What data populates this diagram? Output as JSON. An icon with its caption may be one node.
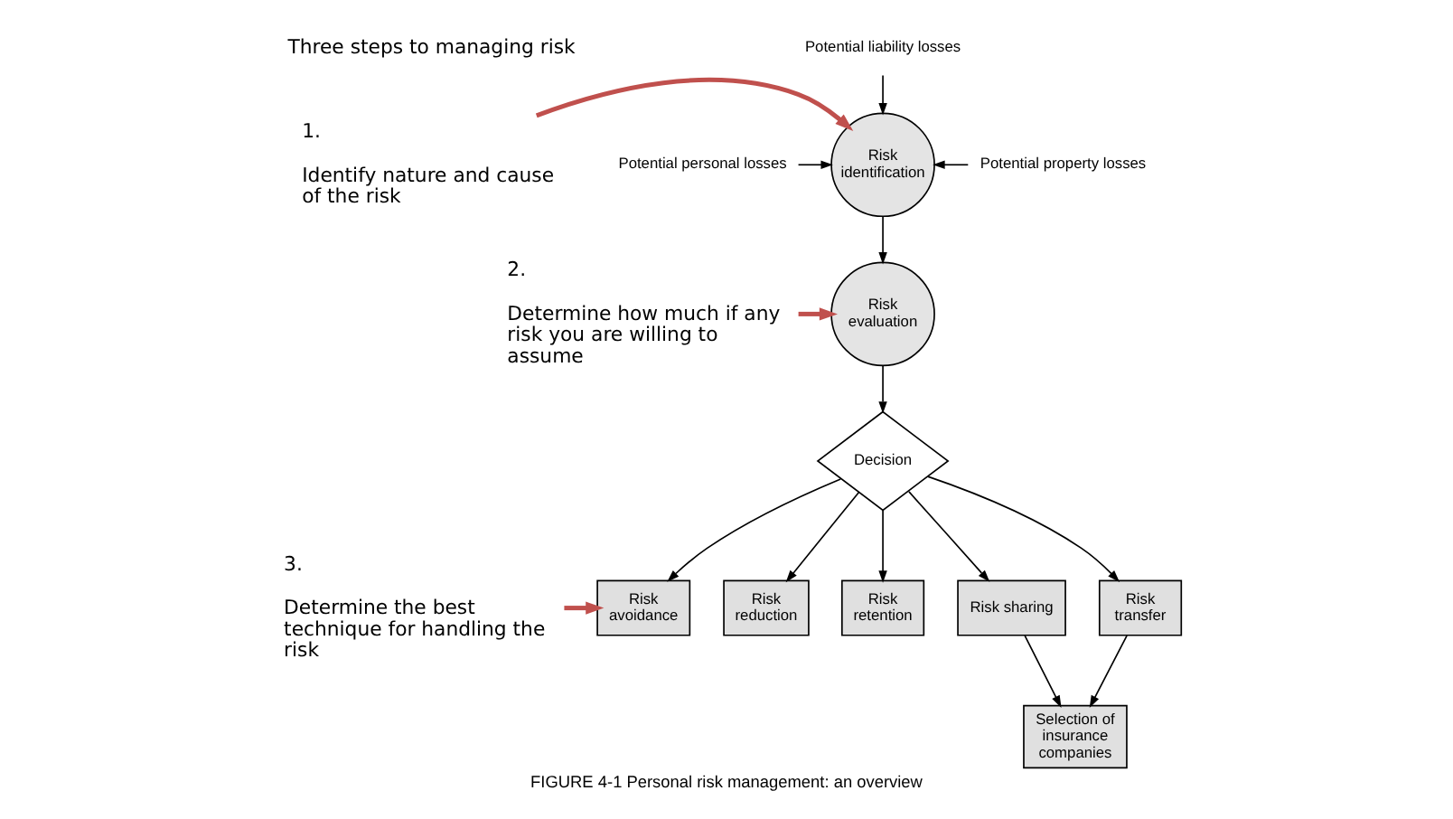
{
  "diagram": {
    "caption": "FIGURE 4-1 Personal risk management: an overview",
    "nodes": [
      {
        "text": [
          "Potential liability losses"
        ]
      },
      {
        "text": [
          "Potential personal losses"
        ]
      },
      {
        "text": [
          "Potential property losses"
        ]
      },
      {
        "text": [
          "Risk identification"
        ]
      },
      {
        "text": [
          "Risk evaluation"
        ]
      },
      {
        "text": [
          "Decision"
        ]
      },
      {
        "text": [
          "Risk avoidance"
        ]
      },
      {
        "text": [
          "Risk reduction"
        ]
      },
      {
        "text": [
          "Risk retention"
        ]
      },
      {
        "text": [
          "Risk sharing"
        ]
      },
      {
        "text": [
          "Risk transfer"
        ]
      },
      {
        "text": [
          "Selection of insurance companies"
        ]
      },
      {
        "text": [
          "1.",
          "Identify nature and cause of the risk"
        ]
      },
      {
        "text": [
          "2.",
          "Determine how much if any risk you are willing to assume"
        ]
      },
      {
        "text": [
          "3.",
          "Determine the best technique for handling the risk"
        ]
      }
    ],
    "edges": [
      {
        "from": 0,
        "to": 3,
        "arrow": "to"
      },
      {
        "from": 1,
        "to": 3,
        "arrow": "to"
      },
      {
        "from": 2,
        "to": 3,
        "arrow": "to"
      },
      {
        "from": 3,
        "to": 4,
        "arrow": "to"
      },
      {
        "from": 4,
        "to": 5,
        "arrow": "to"
      },
      {
        "from": 5,
        "to": 6,
        "arrow": "to"
      },
      {
        "from": 5,
        "to": 7,
        "arrow": "to"
      },
      {
        "from": 5,
        "to": 8,
        "arrow": "to"
      },
      {
        "from": 5,
        "to": 9,
        "arrow": "to"
      },
      {
        "from": 5,
        "to": 10,
        "arrow": "to"
      },
      {
        "from": 9,
        "to": 11,
        "arrow": "to"
      },
      {
        "from": 10,
        "to": 11,
        "arrow": "to"
      },
      {
        "from": 12,
        "to": 3,
        "arrow": "to",
        "style": "thick",
        "color": "#c0504d"
      },
      {
        "from": 13,
        "to": 4,
        "arrow": "to",
        "style": "thick",
        "color": "#c0504d"
      },
      {
        "from": 14,
        "to": 6,
        "arrow": "to",
        "style": "thick",
        "color": "#c0504d"
      }
    ],
    "labels": [
      "Three steps to managing risk"
    ]
  }
}
